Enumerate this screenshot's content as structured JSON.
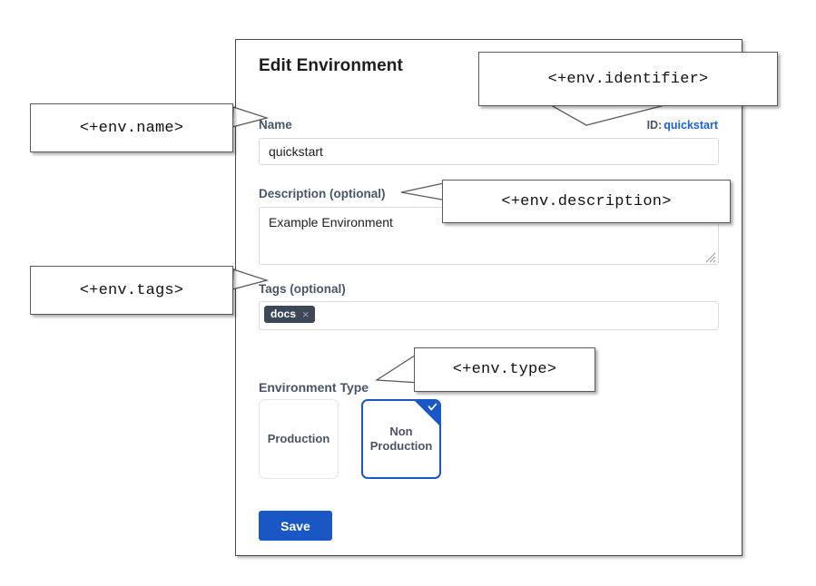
{
  "panel": {
    "title": "Edit Environment",
    "fields": {
      "name": {
        "label": "Name",
        "value": "quickstart"
      },
      "identifier": {
        "prefix": "ID:",
        "value": "quickstart"
      },
      "description": {
        "label": "Description (optional)",
        "value": "Example Environment"
      },
      "tags": {
        "label": "Tags (optional)",
        "chips": [
          {
            "label": "docs",
            "remove_icon": "close-icon",
            "remove_glyph": "×"
          }
        ]
      },
      "environment_type": {
        "label": "Environment Type",
        "options": [
          {
            "label": "Production",
            "selected": false
          },
          {
            "label": "Non Production",
            "label_line1": "Non",
            "label_line2": "Production",
            "selected": true
          }
        ],
        "selected_indicator_icon": "check-icon"
      }
    },
    "save_button": {
      "label": "Save"
    }
  },
  "callouts": [
    {
      "id": "name",
      "text": "<+env.name>"
    },
    {
      "id": "identifier",
      "text": "<+env.identifier>"
    },
    {
      "id": "description",
      "text": "<+env.description>"
    },
    {
      "id": "tags",
      "text": "<+env.tags>"
    },
    {
      "id": "type",
      "text": "<+env.type>"
    }
  ],
  "colors": {
    "accent_blue": "#1a56c4",
    "link_blue": "#1a62d6",
    "label_slate": "#4a5568",
    "tag_chip_bg": "#3c4858",
    "panel_border": "#4a4a4a",
    "input_border": "#d6dade",
    "callout_border": "#5a5a5a"
  }
}
